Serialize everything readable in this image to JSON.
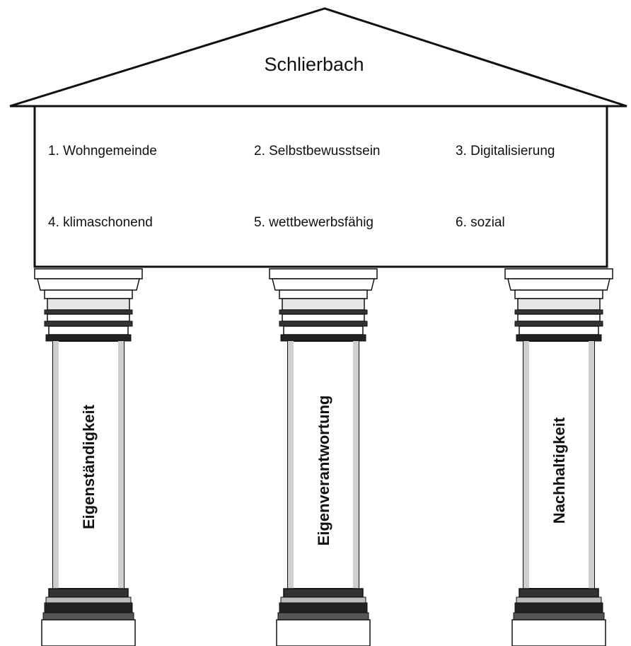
{
  "roof": {
    "title": "Schlierbach"
  },
  "goals": [
    {
      "label": "1.  Wohngemeinde"
    },
    {
      "label": "2. Selbstbewusstsein"
    },
    {
      "label": "3. Digitalisierung"
    },
    {
      "label": "4. klimaschonend"
    },
    {
      "label": "5. wettbewerbsfähig"
    },
    {
      "label": "6. sozial"
    }
  ],
  "pillars": [
    {
      "label": "Eigenständigkeit"
    },
    {
      "label": "Eigenverantwortung"
    },
    {
      "label": "Nachhaltigkeit"
    }
  ],
  "colors": {
    "stroke": "#111111",
    "fill": "#ffffff",
    "shade": "#bdbdbd",
    "dark_band": "#1a1a1a"
  }
}
